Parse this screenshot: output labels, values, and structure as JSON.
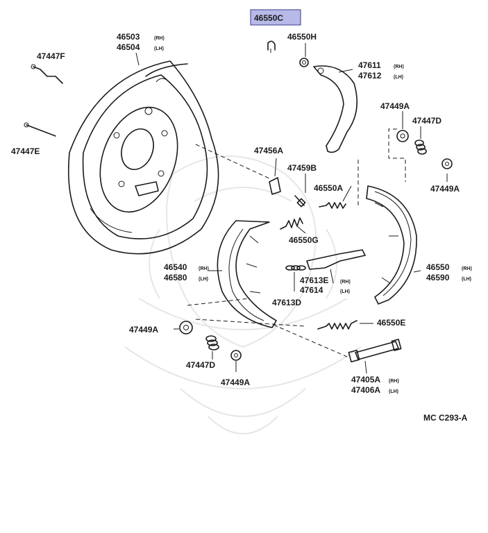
{
  "colors": {
    "highlight_fill": "#b7b9e8",
    "highlight_border": "#3b3b8f",
    "ink": "#1a1a1a"
  },
  "highlight": {
    "part": "46550C"
  },
  "parts": {
    "p46550H": "46550H",
    "p47447F": "47447F",
    "p46503": "46503",
    "p46504": "46504",
    "p47611": "47611",
    "p47612": "47612",
    "p47449A_top": "47449A",
    "p47447D_right": "47447D",
    "p47449A_right": "47449A",
    "p47447E": "47447E",
    "p47456A": "47456A",
    "p47459B": "47459B",
    "p46550A": "46550A",
    "p46550G": "46550G",
    "p46540": "46540",
    "p46580": "46580",
    "p46550": "46550",
    "p46590": "46590",
    "p47613E": "47613E",
    "p47614": "47614",
    "p47613D": "47613D",
    "p47449A_left": "47449A",
    "p46550E": "46550E",
    "p47447D_bottom": "47447D",
    "p47449A_bottom": "47449A",
    "p47405A": "47405A",
    "p47406A": "47406A"
  },
  "sides": {
    "rh": "(RH)",
    "lh": "(LH)"
  },
  "footer": {
    "code": "MC C293-A"
  }
}
